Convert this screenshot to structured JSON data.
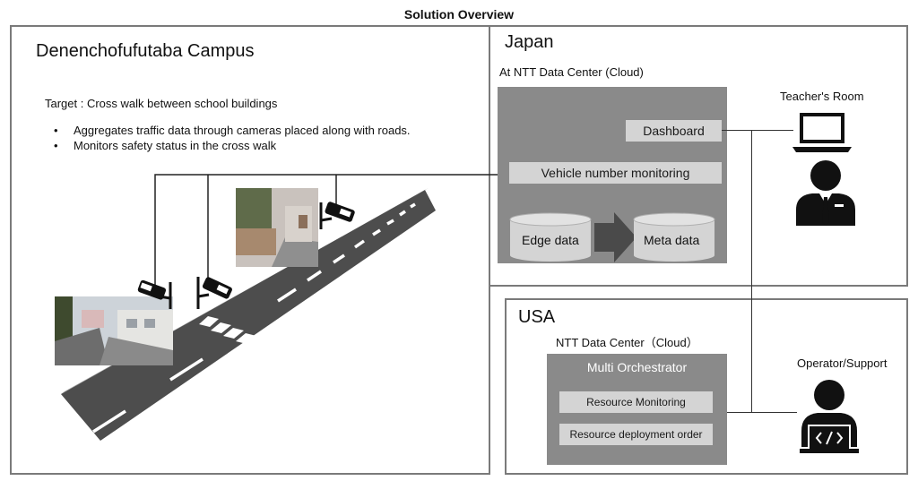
{
  "title": "Solution Overview",
  "campus": {
    "name": "Denenchofufutaba Campus",
    "target": "Target : Cross walk between school buildings",
    "bullets": [
      "Aggregates traffic data through cameras placed along with roads.",
      "Monitors safety status in the cross walk"
    ]
  },
  "japan": {
    "label": "Japan",
    "center": "At NTT Data Center (Cloud)",
    "dashboard": "Dashboard",
    "vehicle_monitoring": "Vehicle number monitoring",
    "edge_data": "Edge data",
    "meta_data": "Meta data"
  },
  "teacher": {
    "label": "Teacher's Room"
  },
  "usa": {
    "label": "USA",
    "center": "NTT Data Center（Cloud）",
    "orchestrator": "Multi Orchestrator",
    "resource_monitoring": "Resource Monitoring",
    "resource_deployment": "Resource deployment order"
  },
  "operator": {
    "label": "Operator/Support"
  },
  "icons": [
    "camera-icon",
    "laptop-icon",
    "person-icon",
    "database-icon",
    "arrow-icon",
    "developer-icon"
  ],
  "colors": {
    "cloud_box": "#8a8a8a",
    "inner_box": "#d4d4d4",
    "frame": "#7a7a7a",
    "road": "#4d4d4d"
  }
}
